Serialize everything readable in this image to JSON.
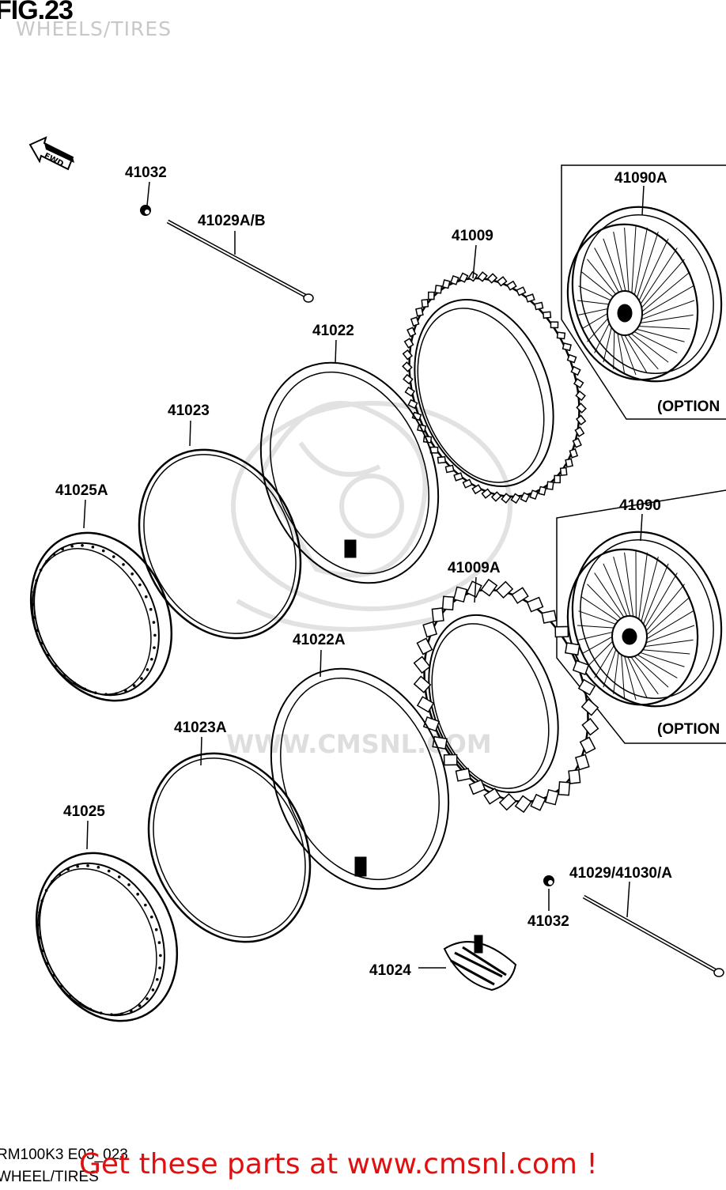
{
  "figure": {
    "title": "FIG.23",
    "subtitle": "WHEELS/TIRES"
  },
  "direction_marker": {
    "text": "FWD"
  },
  "watermark": {
    "text": "WWW.CMSNL.COM"
  },
  "parts": [
    {
      "id": "41032",
      "label": "41032"
    },
    {
      "id": "41029AB",
      "label": "41029A/B"
    },
    {
      "id": "41009",
      "label": "41009"
    },
    {
      "id": "41090A",
      "label": "41090A"
    },
    {
      "id": "41022",
      "label": "41022"
    },
    {
      "id": "41023",
      "label": "41023"
    },
    {
      "id": "41025A",
      "label": "41025A"
    },
    {
      "id": "41090",
      "label": "41090"
    },
    {
      "id": "41009A",
      "label": "41009A"
    },
    {
      "id": "41022A",
      "label": "41022A"
    },
    {
      "id": "41023A",
      "label": "41023A"
    },
    {
      "id": "41025",
      "label": "41025"
    },
    {
      "id": "41029_41030A",
      "label": "41029/41030/A"
    },
    {
      "id": "41032b",
      "label": "41032"
    },
    {
      "id": "41024",
      "label": "41024"
    }
  ],
  "option_labels": [
    "(OPTION",
    "(OPTION"
  ],
  "footer": {
    "code": "RM100K3 E03_023",
    "subtitle": "WHEEL/TIRES",
    "promo": "Get these parts at www.cmsnl.com !"
  }
}
